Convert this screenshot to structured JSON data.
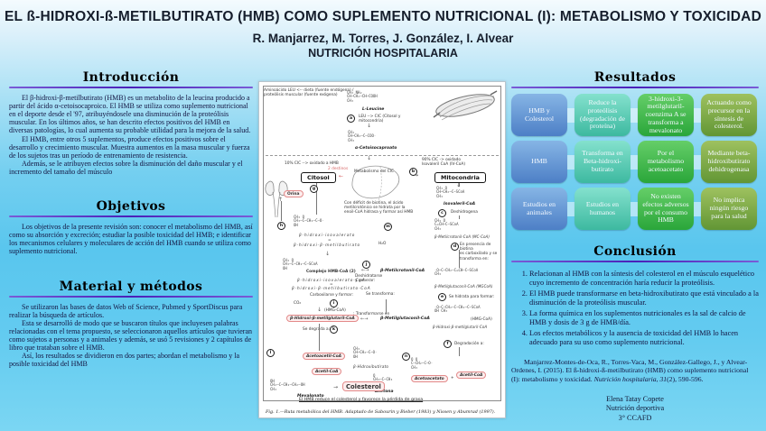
{
  "header": {
    "title": "EL ß-HIDROXI-ß-METILBUTIRATO (HMB) COMO SUPLEMENTO NUTRICIONAL (I): METABOLISMO Y TOXICIDAD",
    "authors": "R. Manjarrez, M. Torres, J. González, I. Alvear",
    "journal": "NUTRICIÓN HOSPITALARIA"
  },
  "sections": {
    "introduccion": {
      "heading": "Introducción",
      "paragraphs": [
        "El β-hidroxi-β-metilbutirato (HMB) es un metabolito de la leucina producido a partir del ácido α-cetoisocaproico. El HMB se utiliza como suplemento nutricional en el deporte desde el '97, atribuyéndosele una disminución de la proteólisis muscular. En los últimos años, se han descrito efectos positivos del HMB en diversas patologías, lo cual aumenta su probable utilidad para la mejora de la salud.",
        "El HMB, entre otros 5 suplementos, produce efectos positivos sobre el desarrollo y crecimiento muscular. Muestra aumentos en la masa muscular y fuerza de los sujetos tras un período de entrenamiento de resistencia.",
        "Además, se le atribuyen efectos sobre la disminución del daño muscular y el incremento del tamaño del músculo"
      ]
    },
    "objetivos": {
      "heading": "Objetivos",
      "paragraphs": [
        "Los objetivos de la presente revisión son: conocer el metabolismo del HMB, así como su absorción y excreción; estudiar la posible toxicidad del HMB; e identificar los mecanismos celulares y moleculares de acción del HMB cuando se utiliza como suplemento nutricional."
      ]
    },
    "material": {
      "heading": "Material y métodos",
      "paragraphs": [
        "Se utilizaron las bases de datos Web of Science, Pubmed y SportDiscus para realizar la búsqueda de artículos.",
        "Esta se desarrolló de modo que se buscaron títulos que incluyesen palabras relacionadas con el tema propuesto, se seleccionaron aquellos artículos que tuvieran como sujetos a personas y a animales y además, se usó 5 revisiones y 2 capítulos de libro que trataban sobre el HMB.",
        "Así, los resultados se dividieron en dos partes; abordan el metabolismo y la posible toxicidad del HMB"
      ]
    },
    "resultados": {
      "heading": "Resultados",
      "rows": [
        [
          "HMB y Colesterol",
          "Reduce la proteólisis (degradación de proteína)",
          "3-hidroxi-3-metilglutaril-coenzima A  se transforma a mevalonato",
          "Actuando como precursor en la síntesis de colesterol."
        ],
        [
          "HMB",
          "Transforma en Beta-hidroxi-butirato",
          "Por el metabolismo acetoacetato",
          "Mediante beta-hidroxibutirato dehidrogenasa"
        ],
        [
          "Estudios en animales",
          "Estudios en humanos",
          "No existen efectos adversos por el consumo HMB",
          "No implica ningún riesgo para la salud"
        ]
      ]
    },
    "conclusion": {
      "heading": "Conclusión",
      "items": [
        "Relacionan al HMB con la síntesis del colesterol en el músculo esquelético cuyo incremento de concentración haría reducir la proteólisis.",
        "El HMB puede transformarse en beta-hidroxibutirato que está vinculado a la disminución de la proteólisis muscular.",
        "La forma química en los suplementos nutricionales es la sal de calcio de HMB y dosis de 3 g de HMB/día.",
        "Los efectos metabólicos y la ausencia de toxicidad del HMB lo hacen adecuado para su uso como suplemento nutricional."
      ]
    }
  },
  "citation": {
    "before": "Manjarrez-Montes-de-Oca, R., Torres-Vaca, M., González-Gallego, J., y Alvear-Ordenes, I. (2015). El ß-hidroxi-ß-metilbutirato (HMB) como suplemento nutricional (I): metabolismo y toxicidad. ",
    "journal_italic": "Nutrición hospitalaria, 31",
    "after": "(2), 590-596."
  },
  "credit": {
    "name": "Elena Tatay Copete",
    "line2": "Nutrición deportiva",
    "line3": "3° CCAFD"
  },
  "figure": {
    "caption": "Fig. 1.—Ruta metabólica del HMB. Adaptado de Sabourin y Bieber (1983) y Nissen y Abumrad (1997).",
    "labels": {
      "source_note": "Aminoácido LEU <-- dieta (fuente endógena) /\nproteólisis muscular (fuente exógena)",
      "l_leucine": "L-Leucine",
      "step_a": "LEU --> CIC (Citosol y\nmitocondria)",
      "cic": "α-Cetoisocaproato",
      "liver": "Metabolismo del CIC",
      "left_branch": "10% CIC --> oxidado a HMB",
      "destinos": "2 destinos",
      "citosol": "Citosol",
      "right_branch": "90% CIC -> oxidado\nIsovaleril CoA (IV-CoA)",
      "mitocondria": "Mitocondria",
      "orina": "Orina",
      "hiv": "β-hidroxi-isovalerato",
      "eq": "=",
      "hmb": "β-hidroxi-β-metilbutirato",
      "m_note": "Con déficit de biotina, el ácido\nmetilcrotónico se hidrata por la\nenoil-CoA hidrasa y formar así HMB",
      "h2o": "H₂O",
      "complejo": "Complejo HMB-CoA (2)",
      "j_note": "Deshidratarse\ny generar:",
      "mc_coa_b": "β-Metilcrotonil-CoA",
      "hiv_coa": "β-hidroxi-isovalerato-CoA",
      "hmb_coa": "β-hidroxi-β-metilbutirato-CoA",
      "carbox": "Carboxilarse y formar:",
      "co2": "CO₂",
      "hmg_tag": "(HMG-CoA)",
      "hmg_main": "β-Hidroxi-β-metilglutaril-CoA",
      "transformarse": ": Transformarse en",
      "mg_coa_b": "β-Metilglutaconil-CoA",
      "degrada": "Se degrada a:",
      "acetoacetil": "Acetoacetil-CoA",
      "acetil": "Acetil-CoA",
      "mevalonato": "Mevalonato",
      "colesterol": "Colesterol",
      "se_transforma": "Se transforma:",
      "bhb": "β-Hidroxibutirato",
      "acetoacetato": "Acetoacetato",
      "acetona": "Acetona",
      "isovaleril": "Isovaleril-CoA",
      "deshidrogena": "Deshidrogena",
      "mc_coa": "β-Metilcrotonil-CoA (MC-CoA)",
      "d_note": "En presencia de biotina\nes carboxilado y se\ntransforma en:",
      "mg_coa": "β-Metilglutaconil-CoA (MGCoA)",
      "e_note": "Se hidrata para formar:",
      "hmg_r_tag": "(HMG-CoA)",
      "hmg_r": "β-Hidroxi-β-metilglutaril-CoA",
      "f_note": "Degradación a:",
      "bottom_note": "El HMB reduce el colesterol y favorece la pérdida de grasa",
      "plus": "+"
    },
    "letters": {
      "a": "a",
      "b": "b",
      "c": "c",
      "d": "d",
      "e": "e",
      "f": "f",
      "g": "g",
      "h": "h",
      "i": "i",
      "j": "j",
      "k": "k",
      "l": "l",
      "m": "m",
      "n": "n"
    },
    "arrows": {
      "down": "↓",
      "up": "↑",
      "right": "→",
      "left": "←",
      "both": "←→"
    },
    "structs": {
      "leucine": "CH₃      NH₂\nCH–CH₂–CH–COOH\nCH₃",
      "cic": "CH₃\nCH–CH₂–C–COO⁻\nCH₃",
      "hiv": "CH₃   O\nCH₃–C–CH₂–C–O⁻\nOH",
      "complejo": "CH₃   O\nCH₃–C–CH₂–C–SCoA\nOH",
      "mevalonato": "OH\nCH₂–C–CH₂–CH₂–OH\nCH₃",
      "bhb": "CH₃\nCH–CH₂–C–O⁻\nOH",
      "acetona": "O\nCH₃–C–CH₃",
      "acetoacetato": "O    O\nC–CH₂–C–O⁻\nCH₃",
      "isovaleril": "CH₃       O\nCH–CH₂–C–SCoA\nCH₃",
      "mc": "CH₃       O\nC=CH–C–SCoA\nCH₃",
      "mg": "⁻O–C–CH₂–C=CH–C–SCoA\nCH₃",
      "hmg": "⁻O–C–CH₂–C–CH₂–C–SCoA\nOH  CH₃"
    }
  }
}
